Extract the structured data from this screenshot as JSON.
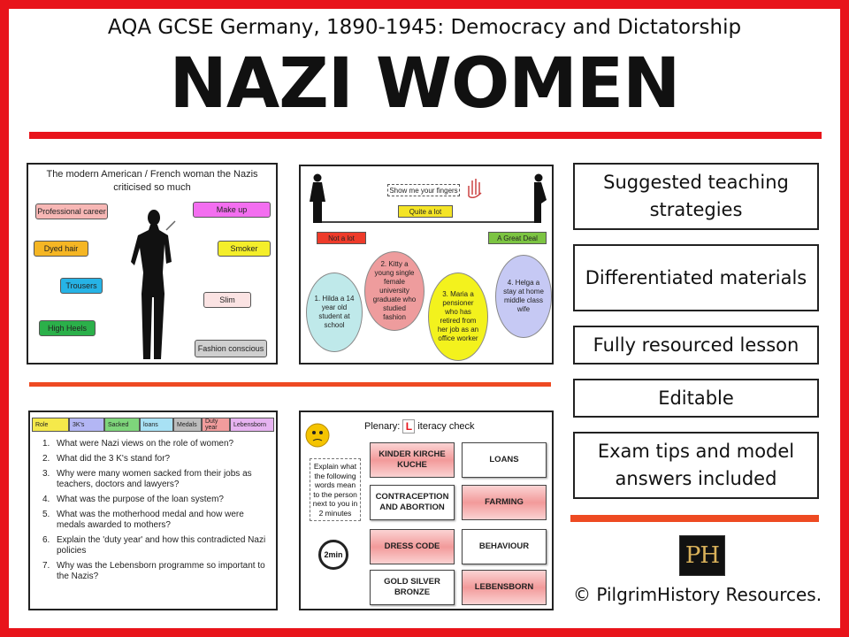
{
  "header": {
    "subtitle": "AQA GCSE Germany, 1890-1945: Democracy and Dictatorship",
    "title": "NAZI WOMEN"
  },
  "features": [
    "Suggested teaching strategies",
    "Differentiated materials",
    "Fully resourced lesson",
    "Editable",
    "Exam tips and model answers included"
  ],
  "copyright": "© PilgrimHistory Resources.",
  "logo_text": "PH",
  "colors": {
    "frame": "#e8141b",
    "divider": "#ee4a22"
  },
  "slide1": {
    "title": "The modern American / French woman the Nazis criticised so much",
    "tags": [
      "Professional career",
      "Make up",
      "Dyed hair",
      "Smoker",
      "Trousers",
      "Slim",
      "High Heels",
      "Fashion conscious"
    ]
  },
  "slide2": {
    "prompt": "Show me your fingers",
    "scale": {
      "low": "Not a lot",
      "mid": "Quite a lot",
      "high": "A Great Deal"
    },
    "circles": [
      "1. Hilda a 14 year old student at school",
      "2. Kitty a young single female university graduate who studied fashion",
      "3. Maria a pensioner who has retired from her job as an office worker",
      "4. Helga a stay at home middle class wife"
    ]
  },
  "slide3": {
    "headers": [
      "Role",
      "3K's",
      "Sacked",
      "loans",
      "Medals",
      "Duty year",
      "Lebensborn"
    ],
    "questions": [
      "What were Nazi views on the role of women?",
      "What did the 3 K's stand for?",
      "Why were many women sacked from their jobs as teachers, doctors and lawyers?",
      "What was the purpose of the loan system?",
      "What was the motherhood medal and how were medals awarded to mothers?",
      "Explain the 'duty year' and how this contradicted Nazi policies",
      "Why was the Lebensborn programme so important to the Nazis?"
    ]
  },
  "slide4": {
    "title_left": "Plenary:",
    "title_badge": "L",
    "title_right": "iteracy check",
    "instruction": "Explain what the following words mean to the person next to you in 2 minutes",
    "timer": "2min",
    "cards": [
      "KINDER KIRCHE KUCHE",
      "LOANS",
      "CONTRACEPTION AND ABORTION",
      "FARMING",
      "DRESS CODE",
      "BEHAVIOUR",
      "GOLD SILVER BRONZE",
      "LEBENSBORN"
    ]
  }
}
